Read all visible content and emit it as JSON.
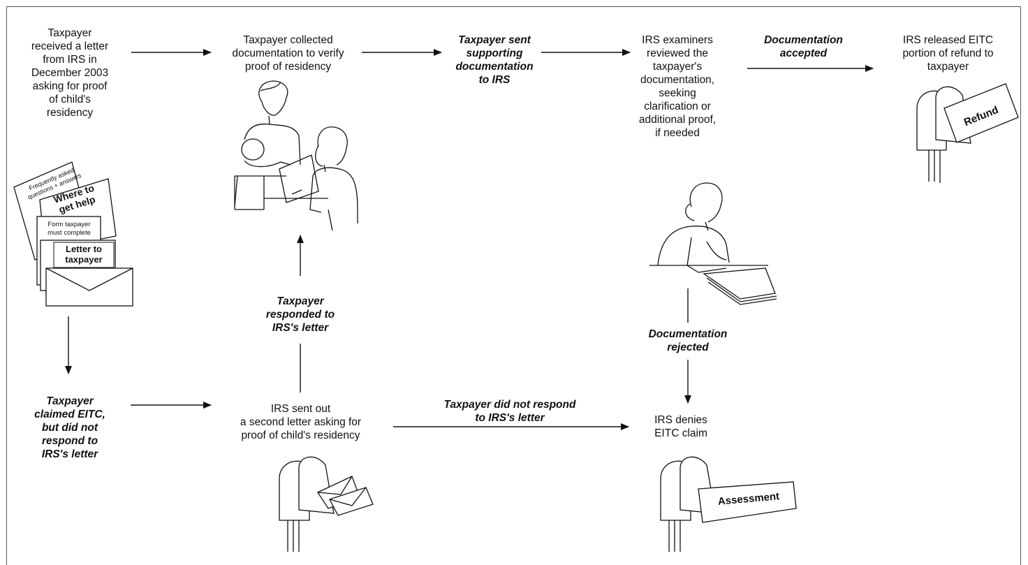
{
  "steps": {
    "received_letter": "Taxpayer\nreceived a letter\nfrom IRS in\nDecember 2003\nasking for proof\nof child's\nresidency",
    "collected_docs": "Taxpayer collected\ndocumentation to verify\nproof of residency",
    "sent_docs": "Taxpayer sent\nsupporting\ndocumentation\nto IRS",
    "examiners_reviewed": "IRS examiners\nreviewed the\ntaxpayer's\ndocumentation,\nseeking\nclarification or\nadditional proof,\nif needed",
    "docs_accepted": "Documentation\naccepted",
    "released_refund": "IRS released EITC\nportion of refund to\ntaxpayer",
    "responded": "Taxpayer\nresponded to\nIRS's letter",
    "docs_rejected": "Documentation\nrejected",
    "claimed_no_response": "Taxpayer\nclaimed EITC,\nbut did not\nrespond to\nIRS's letter",
    "second_letter": "IRS sent out\na second letter asking for\nproof of child's residency",
    "did_not_respond": "Taxpayer did not respond\nto IRS's letter",
    "denies_claim": "IRS denies\nEITC claim"
  },
  "documents": {
    "faq": "Frequently asked\nquestions + answers",
    "where_help": "Where to\nget help",
    "form": "Form taxpayer\nmust complete",
    "letter": "Letter to\ntaxpayer"
  },
  "mailbox_cards": {
    "refund": "Refund",
    "assessment": "Assessment"
  },
  "colors": {
    "ink": "#111111",
    "frame": "#555555",
    "background": "#ffffff"
  }
}
